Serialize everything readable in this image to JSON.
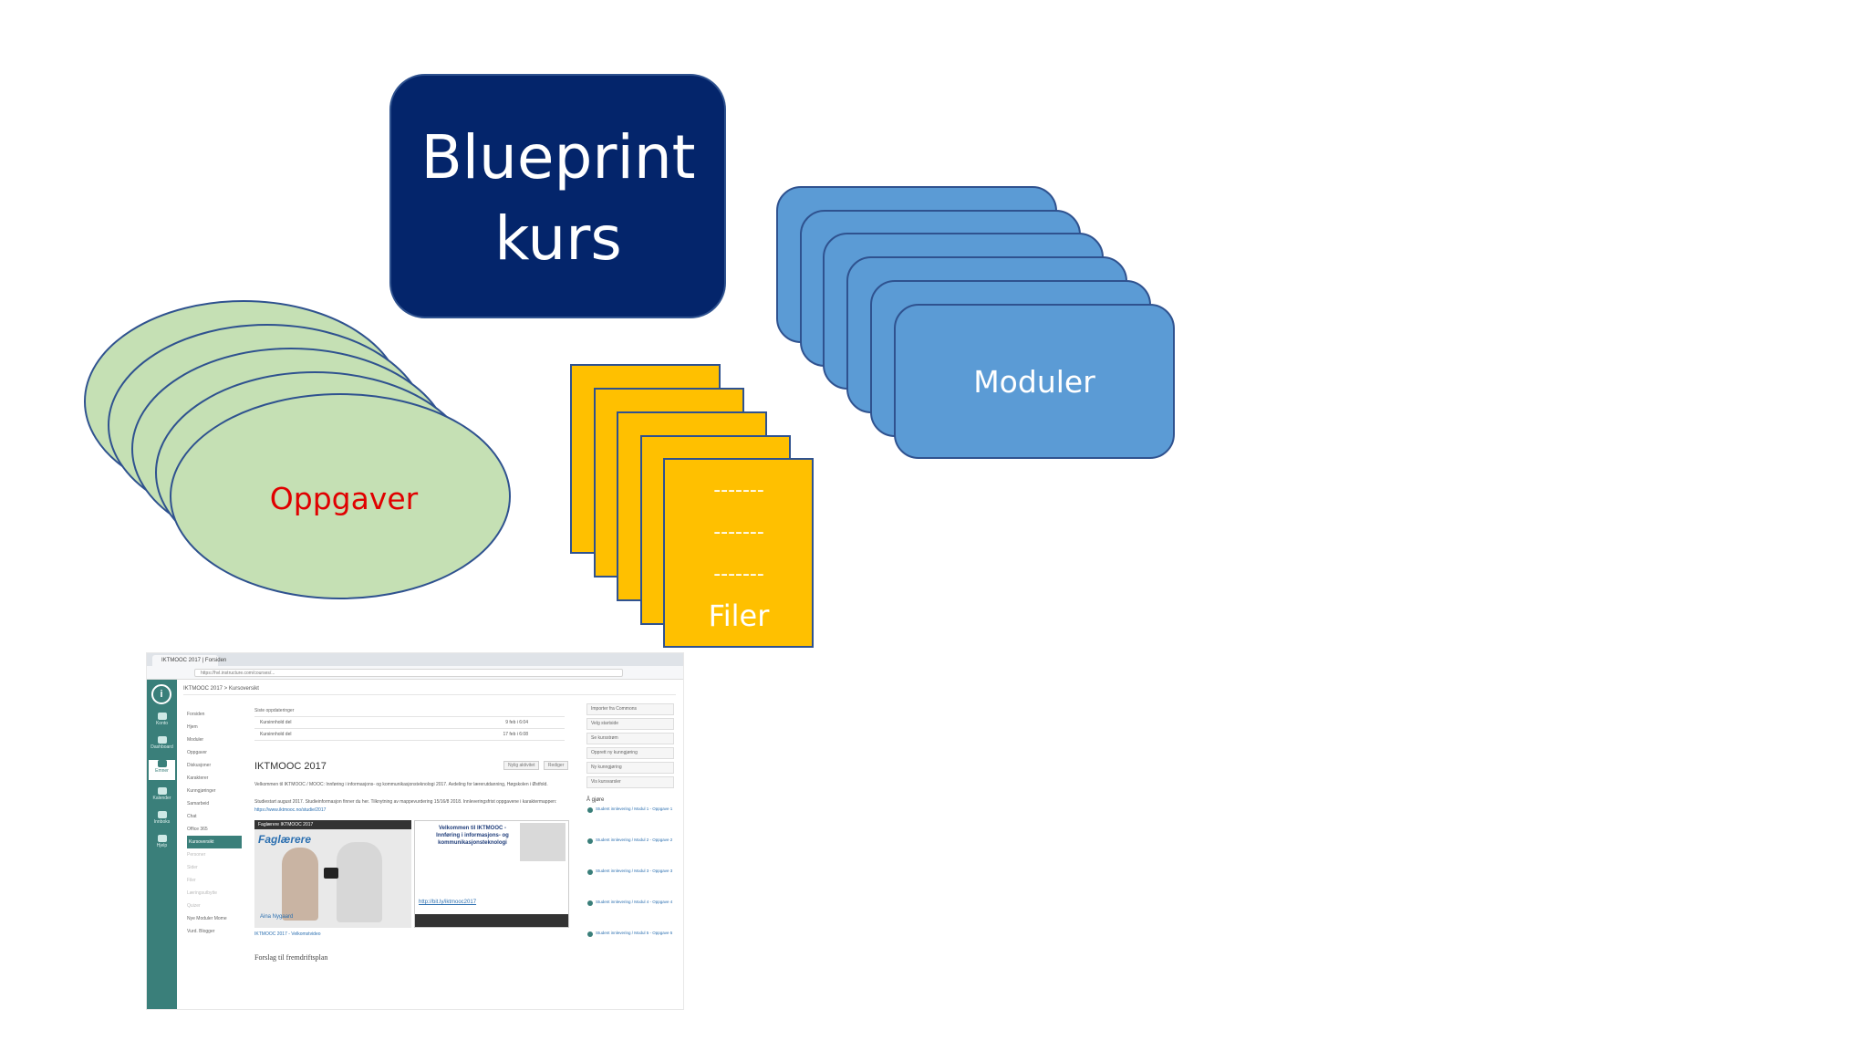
{
  "diagram": {
    "blueprint": {
      "line1": "Blueprint",
      "line2": "kurs",
      "fill": "#04256b"
    },
    "moduler": {
      "label": "Moduler",
      "fill": "#5b9bd5"
    },
    "filer": {
      "label": "Filer",
      "dashes": [
        "-------",
        "-------",
        "-------"
      ],
      "fill": "#ffc000"
    },
    "oppgaver": {
      "label": "Oppgaver",
      "fill": "#c5e0b4",
      "label_color": "#e00000"
    }
  },
  "screenshot": {
    "tab_title": "IKTMOOC 2017 | Forsiden",
    "url": "https://hvl.instructure.com/courses/...",
    "logo": "i",
    "global_nav": [
      "Konto",
      "Dashboard",
      "Emner",
      "Kalender",
      "Innboks",
      "Hjelp"
    ],
    "breadcrumb": "IKTMOOC 2017 > Kursoversikt",
    "course_nav": [
      "Forsiden",
      "Hjem",
      "Moduler",
      "Oppgaver",
      "Diskusjoner",
      "Karakterer",
      "Kunngjøringer",
      "Samarbeid",
      "Chat",
      "Office 365"
    ],
    "course_nav_selected": "Kursoversikt",
    "course_nav_dim": [
      "Personer",
      "Sider",
      "Filer",
      "Læringsutbytte",
      "Quizer"
    ],
    "course_nav_bottom": [
      "Nye Moduler Mome",
      "Vurd. Blogger"
    ],
    "content": {
      "siste_label": "Siste oppdateringer",
      "rows": [
        {
          "name": "Kursinnhold del",
          "date": "9 feb i 6:04"
        },
        {
          "name": "Kursinnhold del",
          "date": "17 feb i 6:08"
        }
      ],
      "title": "IKTMOOC 2017",
      "buttons": [
        "Nylig aktivitet",
        "Rediger"
      ],
      "welcome": "Velkommen til IKTMOOC / MOOC: Innføring i informasjons- og kommunikasjonsteknologi 2017. Avdeling for lærerutdanning, Høgskolen i Østfold.",
      "study_info": "Studiestart august 2017. Studieinformasjon finner du her. Tilknytning av mappevurdering 15/16/8 2018. Innleveringsfrist oppgavene i karaktermappen:",
      "link": "https://www.iktmooc.no/studie/2017",
      "video_caption": "Faglærere IKTMOOC 2017",
      "video_title": "Faglærere",
      "video_name": "Aina Nygaard",
      "video2_title": "Velkommen til IKTMOOC - Innføring i informasjons- og kommunikasjonsteknologi",
      "video2_link": "http://bit.ly/iktmooc2017",
      "below_video": "IKTMOOC 2017 - Velkomstvideo",
      "fremdrift": "Forslag til fremdriftsplan"
    },
    "right_buttons": [
      "Importer fra Commons",
      "Velg startside",
      "Se kursstrøm",
      "Opprett ny kunngjøring",
      "Ny kunngjøring",
      "Vis kursvarsler"
    ],
    "agjore_label": "Å gjøre",
    "todo": [
      "Student innlevering / Modul 1 - Oppgave 1",
      "Student innlevering / Modul 2 - Oppgave 2",
      "Student innlevering / Modul 3 - Oppgave 3",
      "Student innlevering / Modul 4 - Oppgave 4",
      "Student innlevering / Modul 5 - Oppgave 5"
    ]
  }
}
